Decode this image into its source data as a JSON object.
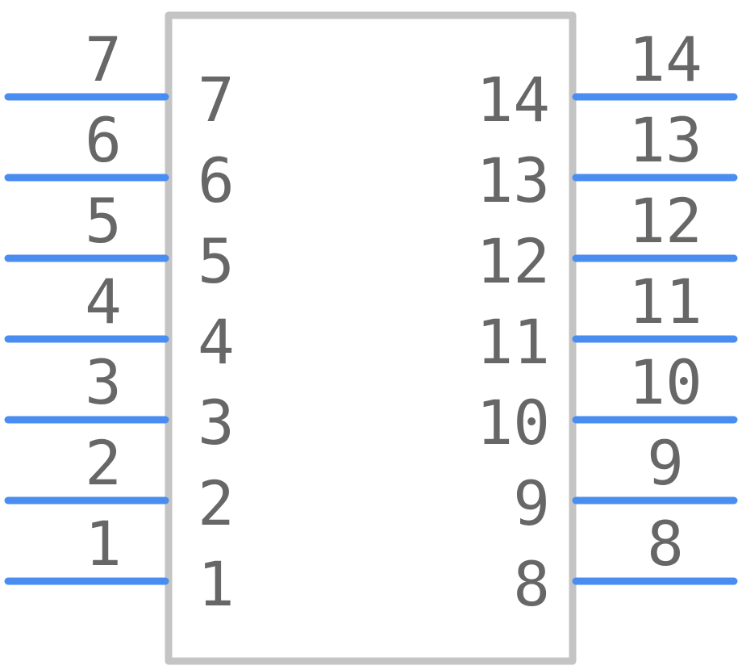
{
  "colors": {
    "pin_line": "#4a8df0",
    "body_outline": "#c4c4c4",
    "label_text": "#676767",
    "background": "#ffffff"
  },
  "pins": {
    "left": [
      {
        "number": "7",
        "name": "7"
      },
      {
        "number": "6",
        "name": "6"
      },
      {
        "number": "5",
        "name": "5"
      },
      {
        "number": "4",
        "name": "4"
      },
      {
        "number": "3",
        "name": "3"
      },
      {
        "number": "2",
        "name": "2"
      },
      {
        "number": "1",
        "name": "1"
      }
    ],
    "right": [
      {
        "number": "14",
        "name": "14"
      },
      {
        "number": "13",
        "name": "13"
      },
      {
        "number": "12",
        "name": "12"
      },
      {
        "number": "11",
        "name": "11"
      },
      {
        "number": "10",
        "name": "10"
      },
      {
        "number": "9",
        "name": "9"
      },
      {
        "number": "8",
        "name": "8"
      }
    ]
  }
}
